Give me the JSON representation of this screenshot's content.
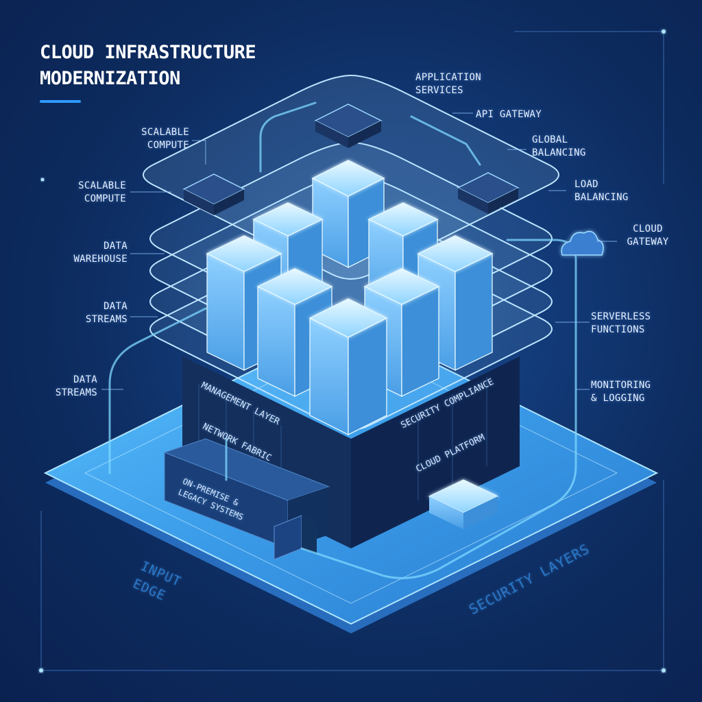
{
  "title": "CLOUD INFRASTRUCTURE\nMODERNIZATION",
  "labels": {
    "application_services": "APPLICATION\nSERVICES",
    "api_gateway": "API GATEWAY",
    "global_balancing": "GLOBAL\nBALANCING",
    "scalable_compute_1": "SCALABLE\nCOMPUTE",
    "scalable_compute_2": "SCALABLE\nCOMPUTE",
    "load_balancing": "LOAD\nBALANCING",
    "cloud_gateway": "CLOUD\nGATEWAY",
    "data_warehouse": "DATA\nWAREHOUSE",
    "data_streams_1": "DATA\nSTREAMS",
    "data_streams_2": "DATA\nSTREAMS",
    "serverless_functions": "SERVERLESS\nFUNCTIONS",
    "monitoring_logging": "MONITORING\n& LOGGING"
  },
  "layers": {
    "management": "MANAGEMENT LAYER",
    "network": "NETWORK FABRIC",
    "security_compliance": "SECURITY COMPLIANCE",
    "cloud_platform": "CLOUD PLATFORM",
    "legacy": "ON-PREMISE &\nLEGACY SYSTEMS"
  },
  "base": {
    "input_edge": "INPUT\nEDGE",
    "security_layers": "SECURITY LAYERS"
  },
  "colors": {
    "background": "#0d2b5e",
    "accent": "#2e9bff",
    "glow": "#7fd8ff",
    "platform": "#3fa2ee"
  }
}
